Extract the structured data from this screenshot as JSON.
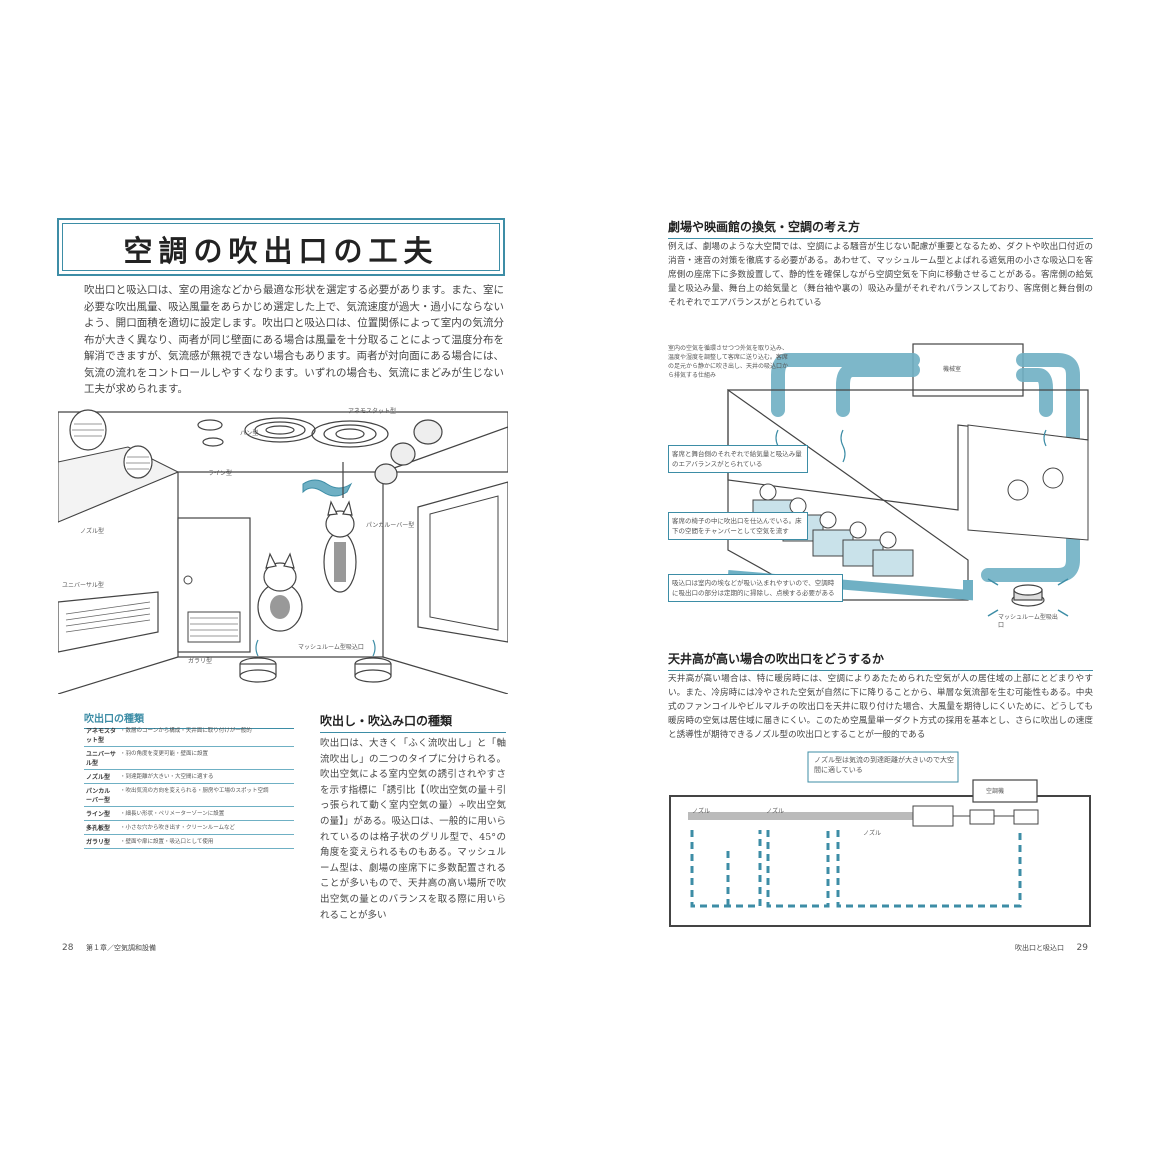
{
  "left": {
    "title": "空調の吹出口の工夫",
    "intro": "吹出口と吸込口は、室の用途などから最適な形状を選定する必要があります。また、室に必要な吹出風量、吸込風量をあらかじめ選定した上で、気流速度が過大・過小にならないよう、開口面積を適切に設定します。吹出口と吸込口は、位置関係によって室内の気流分布が大きく異なり、両者が同じ壁面にある場合は風量を十分取ることによって温度分布を解消できますが、気流感が無視できない場合もあります。両者が対向面にある場合には、気流の流れをコントロールしやすくなります。いずれの場合も、気流にまどみが生じない工夫が求められます。",
    "callouts": {
      "anemostat": "アネモスタット型",
      "pan": "パン型",
      "line": "ライン型",
      "nozzle": "ノズル型",
      "punka": "パンカルーバー型",
      "universal": "ユニバーサル型",
      "grille": "ガラリ型",
      "mushroom": "マッシュルーム型吸込口"
    },
    "types_title": "吹出口の種類",
    "types": [
      {
        "name": "アネモスタット型",
        "desc": "・数層のコーンから構成・天井面に取り付けが一般的"
      },
      {
        "name": "ユニバーサル型",
        "desc": "・羽の角度を変更可能・壁面に設置"
      },
      {
        "name": "ノズル型",
        "desc": "・到達距離が大きい・大空間に適する"
      },
      {
        "name": "パンカルーバー型",
        "desc": "・吹出気流の方向を変えられる・厨房や工場のスポット空調"
      },
      {
        "name": "ライン型",
        "desc": "・細長い形状・ペリメーターゾーンに設置"
      },
      {
        "name": "多孔板型",
        "desc": "・小さな穴から吹き出す・クリーンルームなど"
      },
      {
        "name": "ガラリ型",
        "desc": "・壁面や扉に設置・吸込口として使用"
      }
    ],
    "col_title": "吹出し・吹込み口の種類",
    "col_text": "吹出口は、大きく「ふく流吹出し」と「軸流吹出し」の二つのタイプに分けられる。吹出空気による室内空気の誘引されやすさを示す指標に「誘引比【（吹出空気の量＋引っ張られて動く室内空気の量）÷吹出空気の量】」がある。吸込口は、一般的に用いられているのは格子状のグリル型で、45°の角度を変えられるものもある。マッシュルーム型は、劇場の座席下に多数配置されることが多いもので、天井高の高い場所で吹出空気の量とのバランスを取る際に用いられることが多い",
    "page_number": "28",
    "chapter": "第１章／空気調和設備"
  },
  "right": {
    "sec1_title": "劇場や映画館の換気・空調の考え方",
    "sec1_text": "例えば、劇場のような大空間では、空調による騒音が生じない配慮が重要となるため、ダクトや吹出口付近の消音・速音の対策を徹底する必要がある。あわせて、マッシュルーム型とよばれる遮気用の小さな吸込口を客席側の座席下に多数設置して、静的性を確保しながら空調空気を下向に移動させることがある。客席側の給気量と吸込み量、舞台上の給気量と（舞台袖や裏の）吸込み量がそれぞれバランスしており、客席側と舞台側のそれぞれでエアバランスがとられている",
    "diagram_note": "室内の空気を循環させつつ外気を取り込み、温度や湿度を調整して客席に送り込む。客席の足元から静かに吹き出し、天井の吸込口から排気する仕組み",
    "label_machine": "機械室",
    "label_balance": "客席と舞台側のそれぞれで給気量と吸込み量のエアバランスがとられている",
    "label_chair": "客席の椅子の中に吹出口を仕込んでいる。床下の空間をチャンバーとして空気を流す",
    "label_dust": "吸込口は室内の埃などが吸い込まれやすいので、空調時に吸出口の部分は定期的に掃除し、点検する必要がある",
    "label_mushroom": "マッシュルーム型吸出口",
    "sec2_title": "天井高が高い場合の吹出口をどうするか",
    "sec2_text": "天井高が高い場合は、特に暖房時には、空調によりあたためられた空気が人の居住域の上部にとどまりやすい。また、冷房時には冷やされた空気が自然に下に降りることから、単層な気流部を生む可能性もある。中央式のファンコイルやビルマルチの吹出口を天井に取り付けた場合、大風量を期待しにくいために、どうしても暖房時の空気は居住域に届きにくい。このため空風量単一ダクト方式の採用を基本とし、さらに吹出しの速度と誘導性が期待できるノズル型の吹出口とすることが一般的である",
    "duct_note": "ノズル型は気流の到達距離が大きいので大空間に適している",
    "duct_labels": {
      "machine": "空調機",
      "nozzle_a": "ノズル",
      "nozzle_b": "ノズル",
      "nozzle_c": "ノズル"
    },
    "page_number": "29",
    "chapter": "吹出口と吸込口"
  },
  "colors": {
    "accent": "#3d8da6",
    "light_blue": "#b7d7e2",
    "ink": "#333333"
  }
}
